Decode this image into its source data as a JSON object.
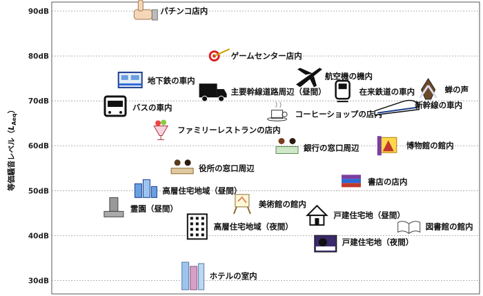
{
  "chart_data": {
    "type": "scatter",
    "ylabel_main": "等価騒音レベル（",
    "ylabel_italic": "L",
    "ylabel_sub": "Aeq",
    "ylabel_end": "）",
    "yunit": "dB",
    "ylim": [
      27,
      92
    ],
    "yticks": [
      30,
      40,
      50,
      60,
      70,
      80,
      90
    ],
    "grid": true,
    "points": [
      {
        "label": "パチンコ店内",
        "icon": "hand-thumbs-up-icon",
        "col": 0.215,
        "y": 90
      },
      {
        "label": "ゲームセンター店内",
        "icon": "dartboard-icon",
        "col": 0.38,
        "y": 80
      },
      {
        "label": "航空機の機内",
        "icon": "airplane-icon",
        "col": 0.6,
        "y": 75.5
      },
      {
        "label": "地下鉄の車内",
        "icon": "subway-train-icon",
        "col": 0.185,
        "y": 74.5
      },
      {
        "label": "主要幹線道路周辺（昼間）",
        "icon": "truck-icon",
        "col": 0.38,
        "y": 72
      },
      {
        "label": "在来鉄道の車内",
        "icon": "local-train-icon",
        "col": 0.68,
        "y": 72
      },
      {
        "label": "蝉の声",
        "icon": "cicada-icon",
        "col": 0.88,
        "y": 72.5
      },
      {
        "label": "バスの車内",
        "icon": "bus-icon",
        "col": 0.15,
        "y": 68.5
      },
      {
        "label": "コーヒーショップの店内",
        "icon": "coffee-cup-icon",
        "col": 0.53,
        "y": 67
      },
      {
        "label": "新幹線の車内",
        "icon": "shinkansen-icon",
        "col": 0.81,
        "y": 69
      },
      {
        "label": "ファミリーレストランの店内",
        "icon": "parfait-icon",
        "col": 0.255,
        "y": 63.5
      },
      {
        "label": "銀行の窓口周辺",
        "icon": "bank-counter-icon",
        "col": 0.55,
        "y": 59.5
      },
      {
        "label": "博物館の館内",
        "icon": "museum-exhibit-icon",
        "col": 0.79,
        "y": 60
      },
      {
        "label": "役所の窓口周辺",
        "icon": "office-counter-icon",
        "col": 0.305,
        "y": 55
      },
      {
        "label": "書店の店内",
        "icon": "books-icon",
        "col": 0.7,
        "y": 52
      },
      {
        "label": "高層住宅地域（昼間）",
        "icon": "highrise-day-icon",
        "col": 0.22,
        "y": 50
      },
      {
        "label": "美術館の館内",
        "icon": "easel-icon",
        "col": 0.445,
        "y": 47
      },
      {
        "label": "霊園（昼間）",
        "icon": "grave-icon",
        "col": 0.145,
        "y": 46
      },
      {
        "label": "戸建住宅地（昼間）",
        "icon": "house-icon",
        "col": 0.62,
        "y": 44.5
      },
      {
        "label": "高層住宅地域（夜間）",
        "icon": "apartment-building-icon",
        "col": 0.34,
        "y": 42
      },
      {
        "label": "図書館の館内",
        "icon": "open-book-icon",
        "col": 0.835,
        "y": 42
      },
      {
        "label": "戸建住宅地（夜間）",
        "icon": "sleeping-person-icon",
        "col": 0.64,
        "y": 38.5
      },
      {
        "label": "ホテルの室内",
        "icon": "hotel-tower-icon",
        "col": 0.33,
        "y": 31
      }
    ]
  }
}
